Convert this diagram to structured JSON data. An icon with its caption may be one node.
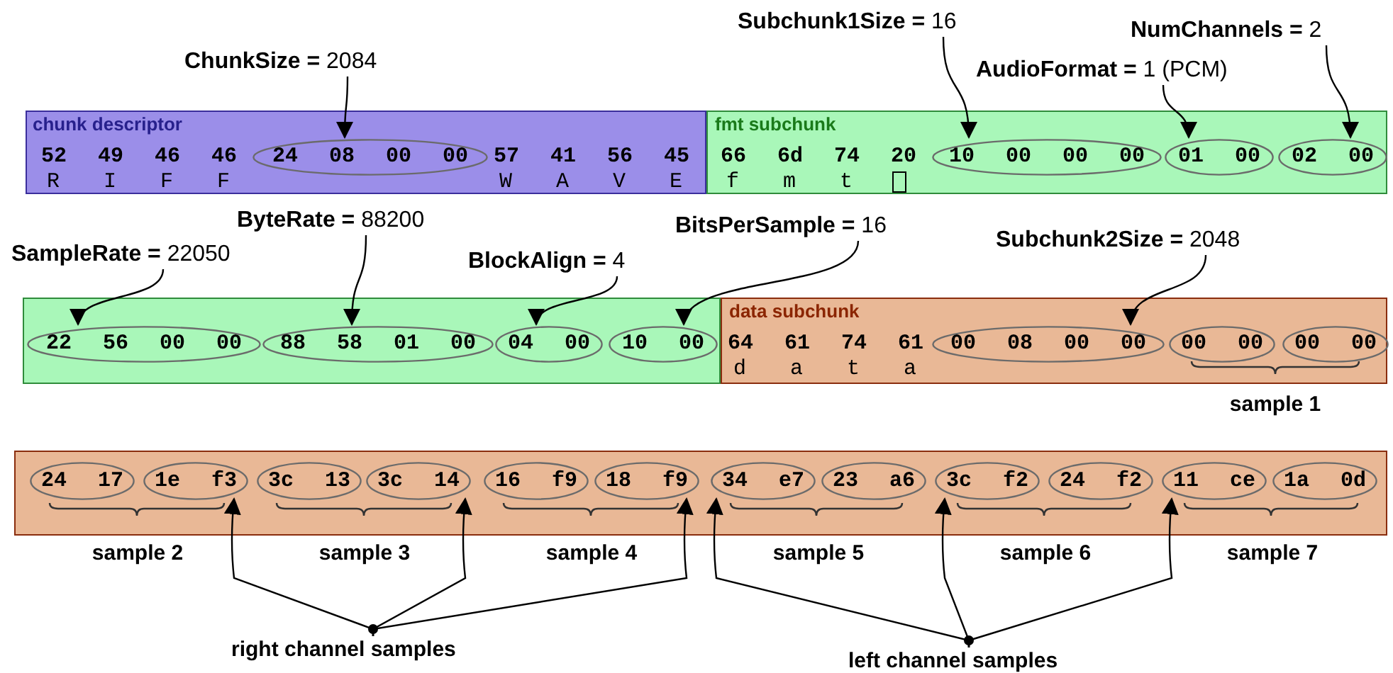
{
  "diagram": {
    "nodes": [
      {
        "text": [
          "**Subchunk1Size =** 16"
        ]
      },
      {
        "text": [
          "**NumChannels =** 2"
        ]
      },
      {
        "text": [
          "**ChunkSize =** 2084"
        ]
      },
      {
        "text": [
          "**AudioFormat =** 1 (PCM)"
        ]
      },
      {
        "text": [
          "chunk descriptor",
          "52 49 46 46",
          "R I F F",
          "57 41 56 45",
          "W A V E"
        ]
      },
      {
        "text": [
          "24 08 00 00"
        ],
        "in": 4
      },
      {
        "text": [
          "fmt subchunk",
          "66 6d 74 20",
          "f m t"
        ]
      },
      {
        "text": [
          "10 00 00 00"
        ],
        "in": 6
      },
      {
        "text": [
          "01 00"
        ],
        "in": 6
      },
      {
        "text": [
          "02 00"
        ],
        "in": 6
      },
      {
        "text": [
          "**ByteRate =** 88200"
        ]
      },
      {
        "text": [
          "**BitsPerSample =** 16"
        ]
      },
      {
        "text": [
          "**SampleRate =** 22050"
        ]
      },
      {
        "text": [
          "**Subchunk2Size =** 2048"
        ]
      },
      {
        "text": [
          "**BlockAlign =** 4"
        ]
      },
      {
        "text": [],
        "shape": "box"
      },
      {
        "text": [
          "22 56 00 00"
        ],
        "in": 15
      },
      {
        "text": [
          "88 58 01 00"
        ],
        "in": 15
      },
      {
        "text": [
          "04 00"
        ],
        "in": 15
      },
      {
        "text": [
          "10 00"
        ],
        "in": 15
      },
      {
        "text": [
          "data subchunk",
          "64 61 74 61",
          "d a t a"
        ]
      },
      {
        "text": [
          "00 08 00 00"
        ],
        "in": 20
      },
      {
        "text": [
          "00 00"
        ],
        "in": 20
      },
      {
        "text": [
          "00 00"
        ],
        "in": 20
      },
      {
        "text": [],
        "shape": "box"
      },
      {
        "text": [
          "24 17"
        ],
        "in": 24
      },
      {
        "text": [
          "1e f3"
        ],
        "in": 24
      },
      {
        "text": [
          "3c 13"
        ],
        "in": 24
      },
      {
        "text": [
          "3c 14"
        ],
        "in": 24
      },
      {
        "text": [
          "16 f9"
        ],
        "in": 24
      },
      {
        "text": [
          "18 f9"
        ],
        "in": 24
      },
      {
        "text": [
          "34 e7"
        ],
        "in": 24
      },
      {
        "text": [
          "23 a6"
        ],
        "in": 24
      },
      {
        "text": [
          "3c f2"
        ],
        "in": 24
      },
      {
        "text": [
          "24 f2"
        ],
        "in": 24
      },
      {
        "text": [
          "11 ce"
        ],
        "in": 24
      },
      {
        "text": [
          "1a 0d"
        ],
        "in": 24
      },
      {
        "text": [
          "right channel samples"
        ]
      },
      {
        "text": [
          "left channel samples"
        ]
      }
    ],
    "edges": [
      {
        "from": 2,
        "to": 5,
        "arrow": "to"
      },
      {
        "from": 0,
        "to": 7,
        "arrow": "to"
      },
      {
        "from": 3,
        "to": 8,
        "arrow": "to"
      },
      {
        "from": 1,
        "to": 9,
        "arrow": "to"
      },
      {
        "from": 12,
        "to": 16,
        "arrow": "to"
      },
      {
        "from": 10,
        "to": 17,
        "arrow": "to"
      },
      {
        "from": 14,
        "to": 18,
        "arrow": "to"
      },
      {
        "from": 11,
        "to": 19,
        "arrow": "to"
      },
      {
        "from": 13,
        "to": 21,
        "arrow": "to"
      },
      {
        "from": 37,
        "to": 26,
        "arrow": "to"
      },
      {
        "from": 37,
        "to": 28,
        "arrow": "to"
      },
      {
        "from": 37,
        "to": 30,
        "arrow": "to"
      },
      {
        "from": 38,
        "to": 31,
        "arrow": "to"
      },
      {
        "from": 38,
        "to": 33,
        "arrow": "to"
      },
      {
        "from": 38,
        "to": 35,
        "arrow": "to"
      }
    ],
    "labels": [
      "sample 1",
      "sample 2",
      "sample 3",
      "sample 4",
      "sample 5",
      "sample 6",
      "sample 7"
    ]
  }
}
